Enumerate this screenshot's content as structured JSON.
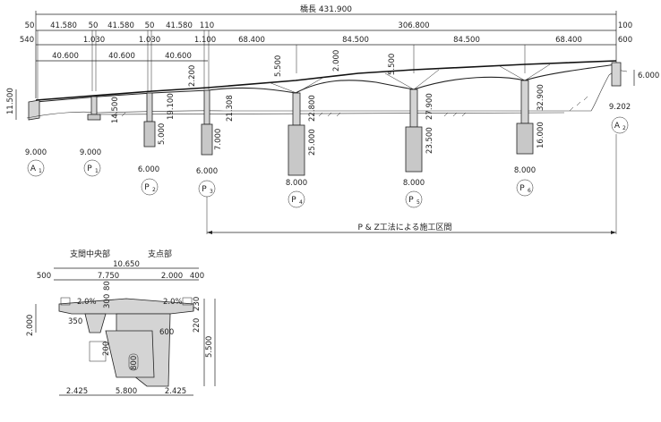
{
  "elevation": {
    "total_length": "橋長 431.900",
    "top_row": [
      {
        "v": "50"
      },
      {
        "v": "41.580"
      },
      {
        "v": "50"
      },
      {
        "v": "41.580"
      },
      {
        "v": "50"
      },
      {
        "v": "41.580"
      },
      {
        "v": "110"
      },
      {
        "v": "306.800"
      },
      {
        "v": "100"
      }
    ],
    "second_row": [
      {
        "v": "540"
      },
      {
        "v": "1.030"
      },
      {
        "v": "1.030"
      },
      {
        "v": "1.100"
      },
      {
        "v": "68.400"
      },
      {
        "v": "84.500"
      },
      {
        "v": "84.500"
      },
      {
        "v": "68.400"
      },
      {
        "v": "600"
      }
    ],
    "span_row": [
      {
        "v": "40.600"
      },
      {
        "v": "40.600"
      },
      {
        "v": "40.600"
      }
    ],
    "haunch_labels": [
      {
        "v": "2.200"
      },
      {
        "v": "5.500"
      },
      {
        "v": "2.000"
      },
      {
        "v": "5.500"
      },
      {
        "v": "6.000"
      }
    ],
    "pier_heights": [
      {
        "v": "11.500"
      },
      {
        "v": "14.500"
      },
      {
        "v": "19.100"
      },
      {
        "v": "21.308"
      },
      {
        "v": "22.800"
      },
      {
        "v": "27.900"
      },
      {
        "v": "32.900"
      }
    ],
    "footing_depths": [
      {
        "v": "5.000"
      },
      {
        "v": "7.000"
      },
      {
        "v": "25.000"
      },
      {
        "v": "23.500"
      },
      {
        "v": "16.000"
      }
    ],
    "footing_widths": [
      {
        "v": "9.000"
      },
      {
        "v": "9.000"
      },
      {
        "v": "6.000"
      },
      {
        "v": "6.000"
      },
      {
        "v": "8.000"
      },
      {
        "v": "8.000"
      },
      {
        "v": "8.000"
      },
      {
        "v": "9.202"
      }
    ],
    "supports": [
      {
        "main": "A",
        "sub": "1"
      },
      {
        "main": "P",
        "sub": "1"
      },
      {
        "main": "P",
        "sub": "2"
      },
      {
        "main": "P",
        "sub": "3"
      },
      {
        "main": "P",
        "sub": "4"
      },
      {
        "main": "P",
        "sub": "5"
      },
      {
        "main": "P",
        "sub": "6"
      },
      {
        "main": "A",
        "sub": "2"
      }
    ],
    "method_note": "P & Z工法による施工区間"
  },
  "cross_section": {
    "label_mid": "支間中央部",
    "label_support": "支点部",
    "dims": [
      {
        "v": "10.650"
      },
      {
        "v": "500"
      },
      {
        "v": "7.750"
      },
      {
        "v": "2.000"
      },
      {
        "v": "400"
      },
      {
        "v": "2.0%"
      },
      {
        "v": "2.0%"
      },
      {
        "v": "300"
      },
      {
        "v": "80"
      },
      {
        "v": "230"
      },
      {
        "v": "350"
      },
      {
        "v": "220"
      },
      {
        "v": "600"
      },
      {
        "v": "2.000"
      },
      {
        "v": "200"
      },
      {
        "v": "800"
      },
      {
        "v": "5.500"
      },
      {
        "v": "2.425"
      },
      {
        "v": "5.800"
      },
      {
        "v": "2.425"
      }
    ]
  }
}
